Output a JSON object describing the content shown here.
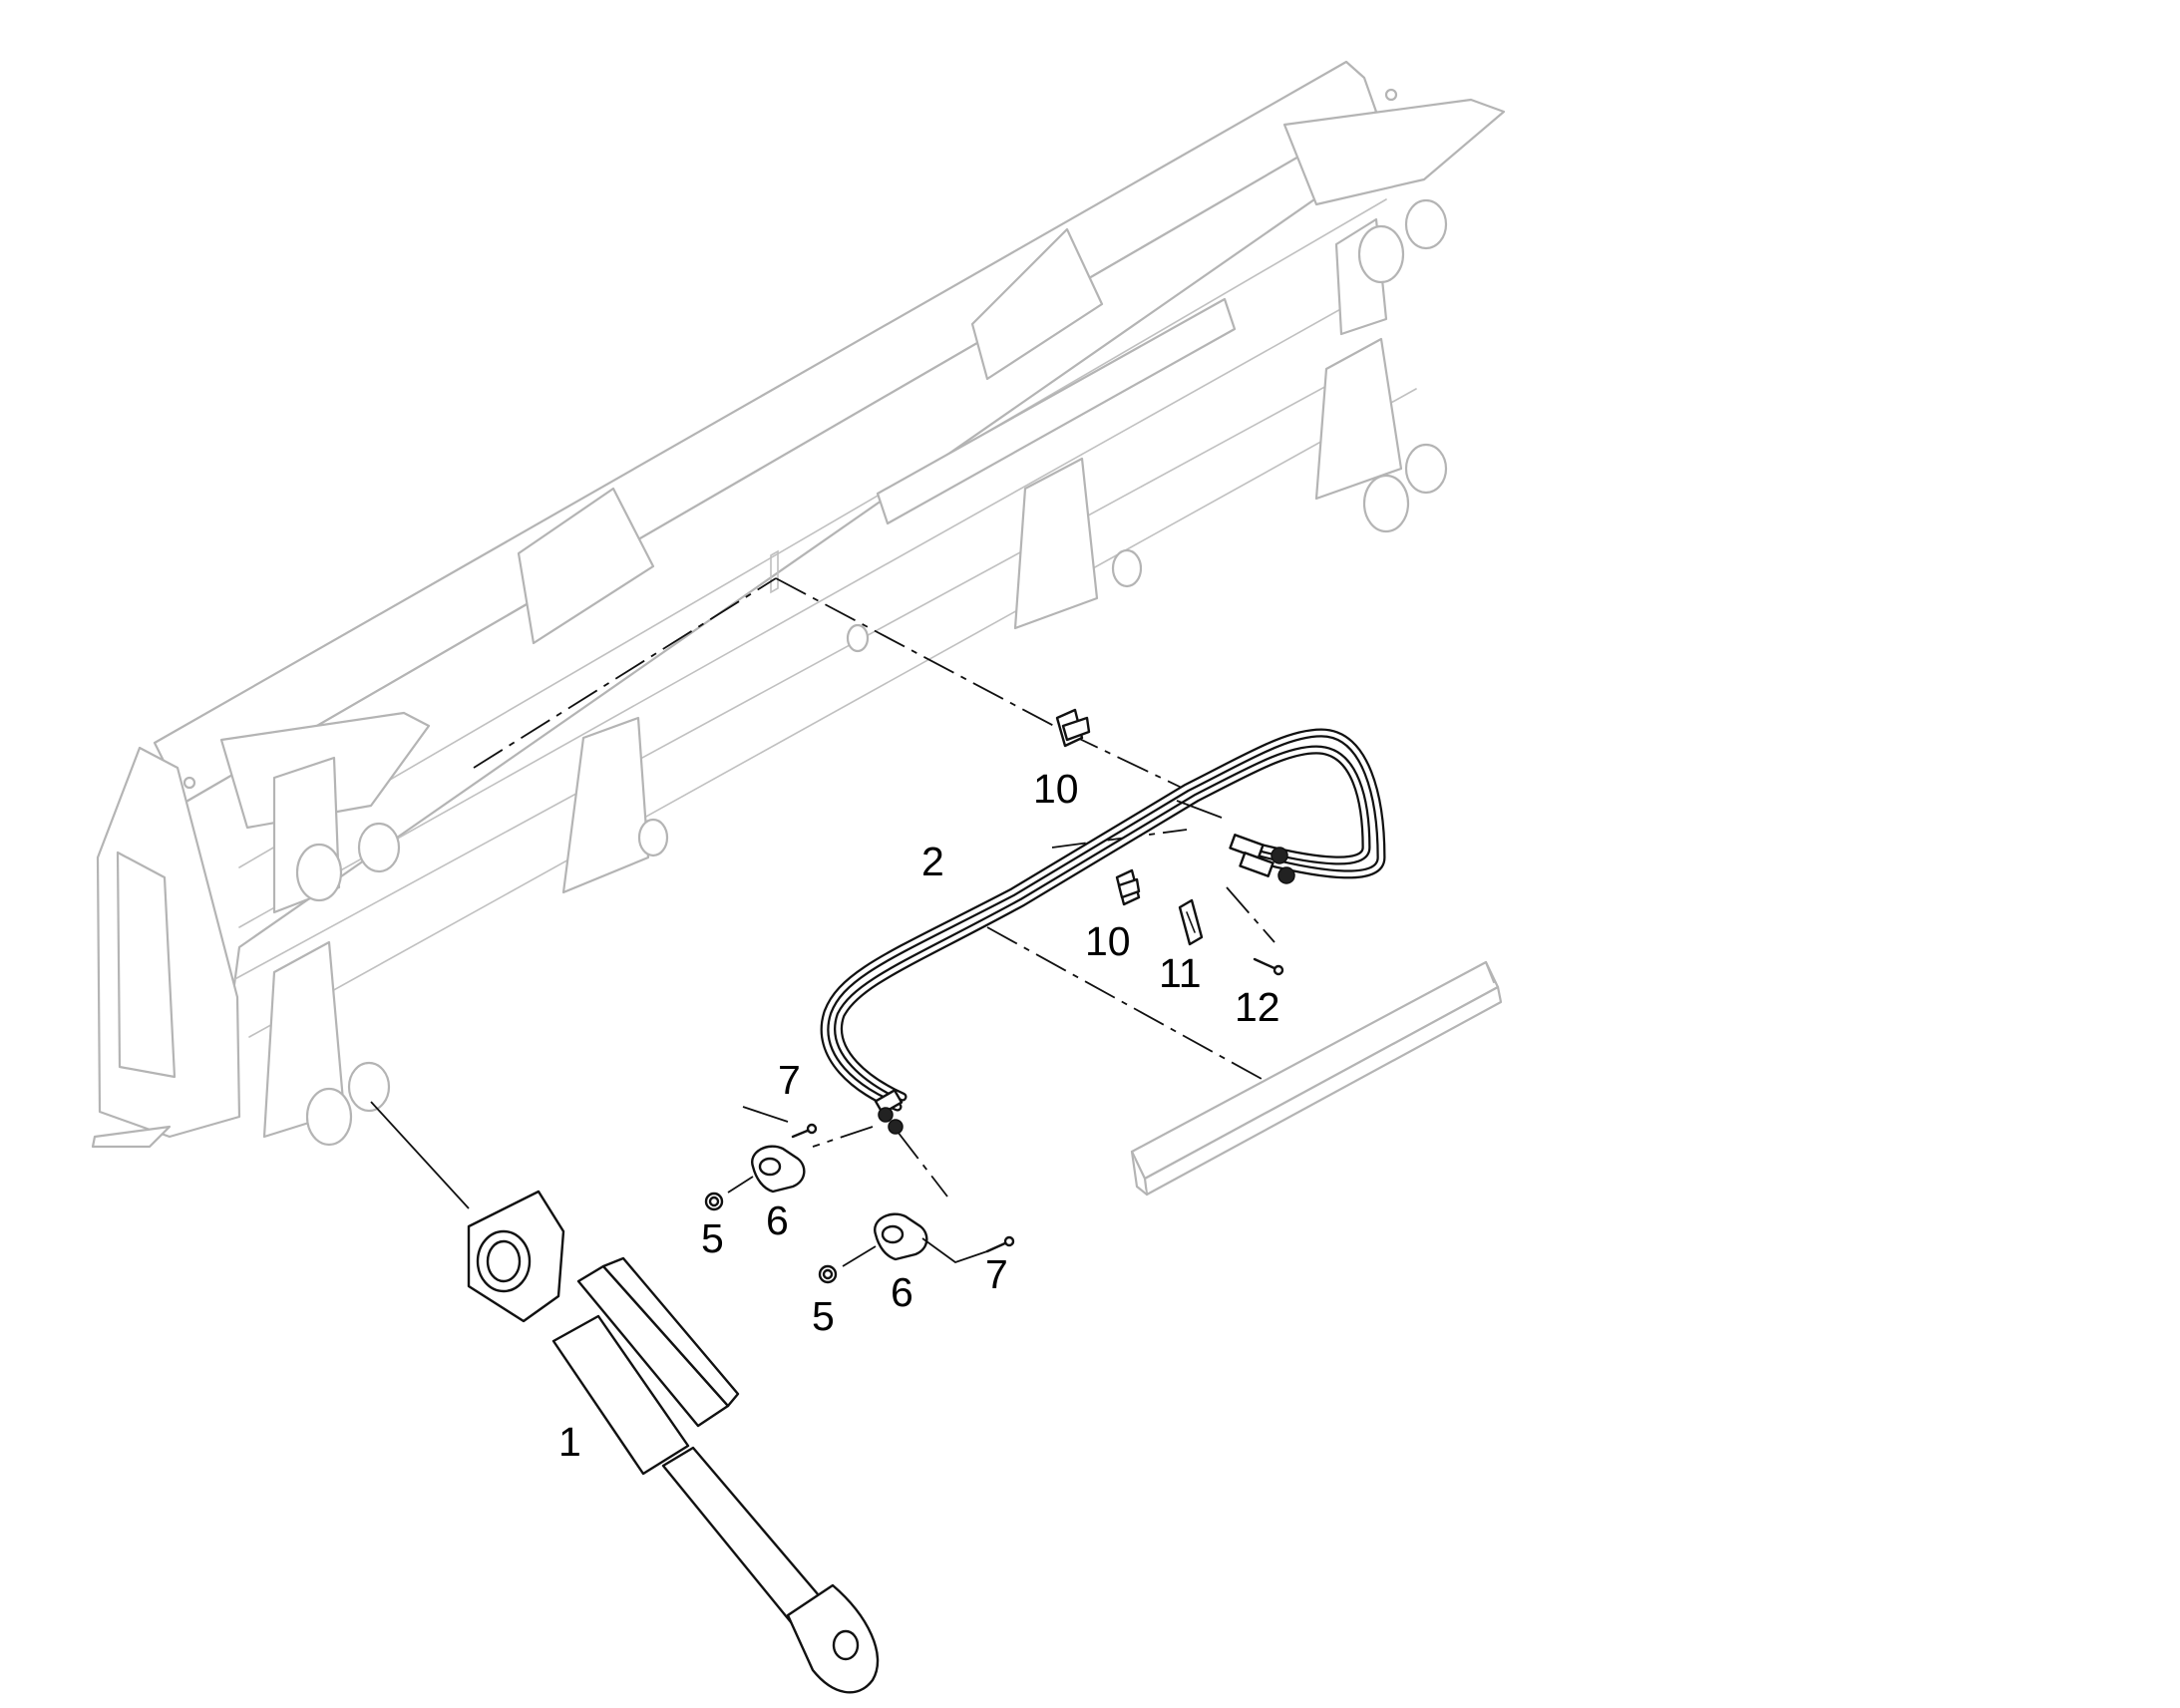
{
  "callouts": [
    {
      "id": "callout-1",
      "text": "1"
    },
    {
      "id": "callout-2",
      "text": "2"
    },
    {
      "id": "callout-5a",
      "text": "5"
    },
    {
      "id": "callout-5b",
      "text": "5"
    },
    {
      "id": "callout-6a",
      "text": "6"
    },
    {
      "id": "callout-6b",
      "text": "6"
    },
    {
      "id": "callout-7a",
      "text": "7"
    },
    {
      "id": "callout-7b",
      "text": "7"
    },
    {
      "id": "callout-10a",
      "text": "10"
    },
    {
      "id": "callout-10b",
      "text": "10"
    },
    {
      "id": "callout-11",
      "text": "11"
    },
    {
      "id": "callout-12",
      "text": "12"
    }
  ],
  "colors": {
    "background": "#ffffff",
    "parts": "#111111",
    "context_frame": "#b4b4b4"
  }
}
